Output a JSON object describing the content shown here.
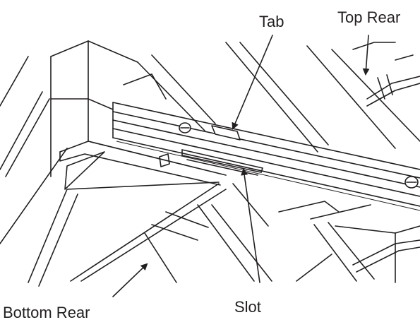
{
  "labels": {
    "tab": "Tab",
    "top_rear": "Top Rear",
    "slot": "Slot",
    "bottom_rear": "Bottom Rear"
  },
  "colors": {
    "ink": "#231f20",
    "background": "#ffffff"
  }
}
